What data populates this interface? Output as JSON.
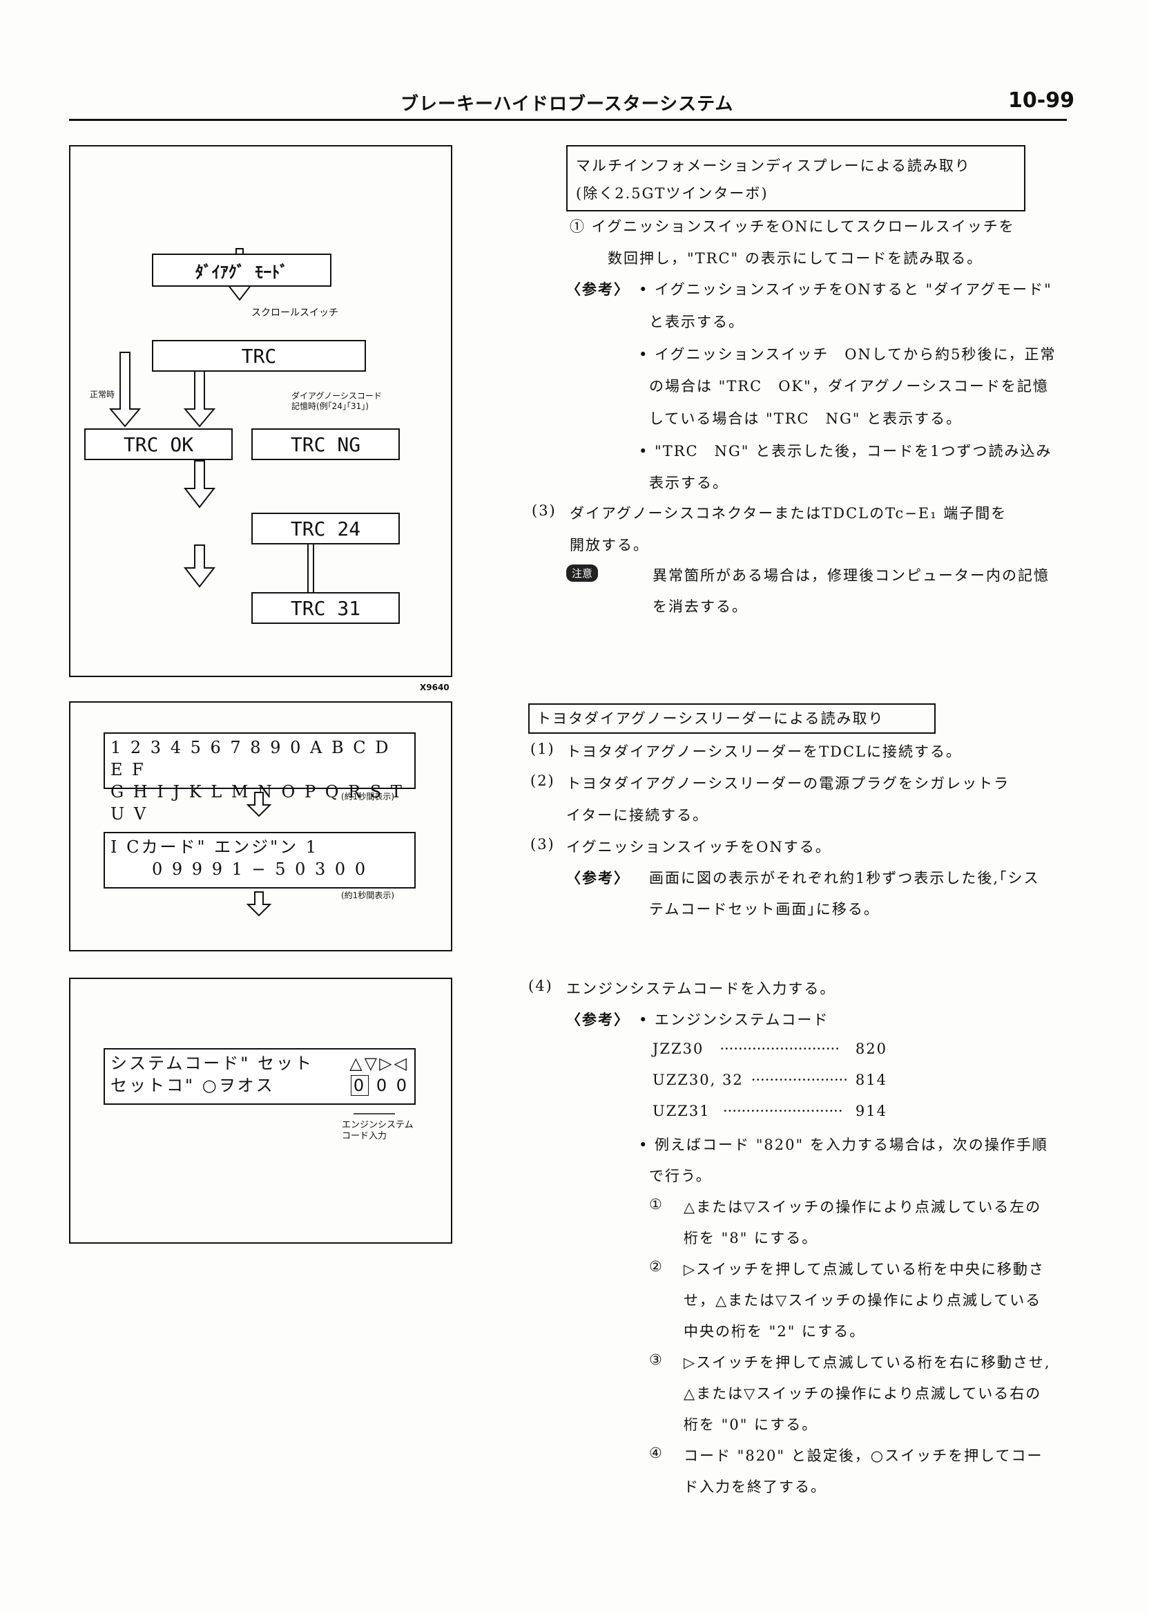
{
  "header": {
    "title": "ブレーキーハイドロブースターシステム",
    "page": "10-99"
  },
  "fig1": {
    "mode_label": "ﾀﾞｲｱｸﾞ ﾓｰﾄﾞ",
    "scroll_label": "スクロールスイッチ",
    "trc": "TRC",
    "normal_label": "正常時",
    "dtc_label_1": "ダイアグノーシスコード",
    "dtc_label_2": "記憶時(例｢24｣｢31｣)",
    "ok": "TRC OK",
    "ng": "TRC NG",
    "c24": "TRC 24",
    "c31": "TRC 31",
    "figno": "X9640"
  },
  "fig2": {
    "row1": "1 2 3 4 5 6 7 8 9 0 A B C D E F",
    "row2": "G H I J K L M N O P Q R S T U V",
    "note1": "(約1秒間表示)",
    "ic_row1": "I Cカード\" エンジ\"ン 1",
    "ic_row2": "0 9 9 9 1 − 5 0 3 0 0",
    "note2": "(約1秒間表示)"
  },
  "fig3": {
    "row1": "システムコード\" セット",
    "row1_arrows": "△▽▷◁",
    "row2": "セットコ\" ○ヲオス",
    "row2_code_first": "0",
    "row2_code_rest": " 0 0",
    "caption1": "エンジンシステム",
    "caption2": "コード入力"
  },
  "sec1": {
    "title1": "マルチインフォメーションディスプレーによる読み取り",
    "title2": "(除く2.5GTツインターボ)",
    "step1a": "① イグニッションスイッチをONにしてスクロールスイッチを",
    "step1b": "数回押し，\"TRC\" の表示にしてコードを読み取る。",
    "ref_tag": "〈参考〉",
    "b1a": "• イグニッションスイッチをONすると \"ダイアグモード\"",
    "b1b": "と表示する。",
    "b2a": "• イグニッションスイッチ　ONしてから約5秒後に，正常",
    "b2b": "の場合は \"TRC　OK\"，ダイアグノーシスコードを記憶",
    "b2c": "している場合は \"TRC　NG\" と表示する。",
    "b3a": "• \"TRC　NG\" と表示した後，コードを1つずつ読み込み",
    "b3b": "表示する。",
    "s3num": "(3)",
    "s3a": "ダイアグノーシスコネクターまたはTDCLのTc−E₁ 端子間を",
    "s3b": "開放する。",
    "caution_tag": "注意",
    "c1": "異常箇所がある場合は，修理後コンピューター内の記憶",
    "c2": "を消去する。"
  },
  "sec2": {
    "title": "トヨタダイアグノーシスリーダーによる読み取り",
    "s1num": "(1)",
    "s1": "トヨタダイアグノーシスリーダーをTDCLに接続する。",
    "s2num": "(2)",
    "s2a": "トヨタダイアグノーシスリーダーの電源プラグをシガレットラ",
    "s2b": "イターに接続する。",
    "s3num": "(3)",
    "s3": "イグニッションスイッチをONする。",
    "ref_tag": "〈参考〉",
    "r1": "画面に図の表示がそれぞれ約1秒ずつ表示した後,｢シス",
    "r2": "テムコードセット画面｣に移る。"
  },
  "sec3": {
    "s4num": "(4)",
    "s4": "エンジンシステムコードを入力する。",
    "ref_tag": "〈参考〉",
    "b1": "• エンジンシステムコード",
    "codes": [
      {
        "model": "JZZ30",
        "dots": "··························",
        "code": "820"
      },
      {
        "model": "UZZ30, 32",
        "dots": "·····················",
        "code": "814"
      },
      {
        "model": "UZZ31",
        "dots": "··························",
        "code": "914"
      }
    ],
    "b2a": "• 例えばコード \"820\" を入力する場合は，次の操作手順",
    "b2b": "で行う。",
    "o1n": "①",
    "o1a": "△または▽スイッチの操作により点滅している左の",
    "o1b": "桁を \"8\" にする。",
    "o2n": "②",
    "o2a": "▷スイッチを押して点滅している桁を中央に移動さ",
    "o2b": "せ，△または▽スイッチの操作により点滅している",
    "o2c": "中央の桁を \"2\" にする。",
    "o3n": "③",
    "o3a": "▷スイッチを押して点滅している桁を右に移動させ,",
    "o3b": "△または▽スイッチの操作により点滅している右の",
    "o3c": "桁を \"0\" にする。",
    "o4n": "④",
    "o4a": "コード \"820\" と設定後，○スイッチを押してコー",
    "o4b": "ド入力を終了する。"
  }
}
